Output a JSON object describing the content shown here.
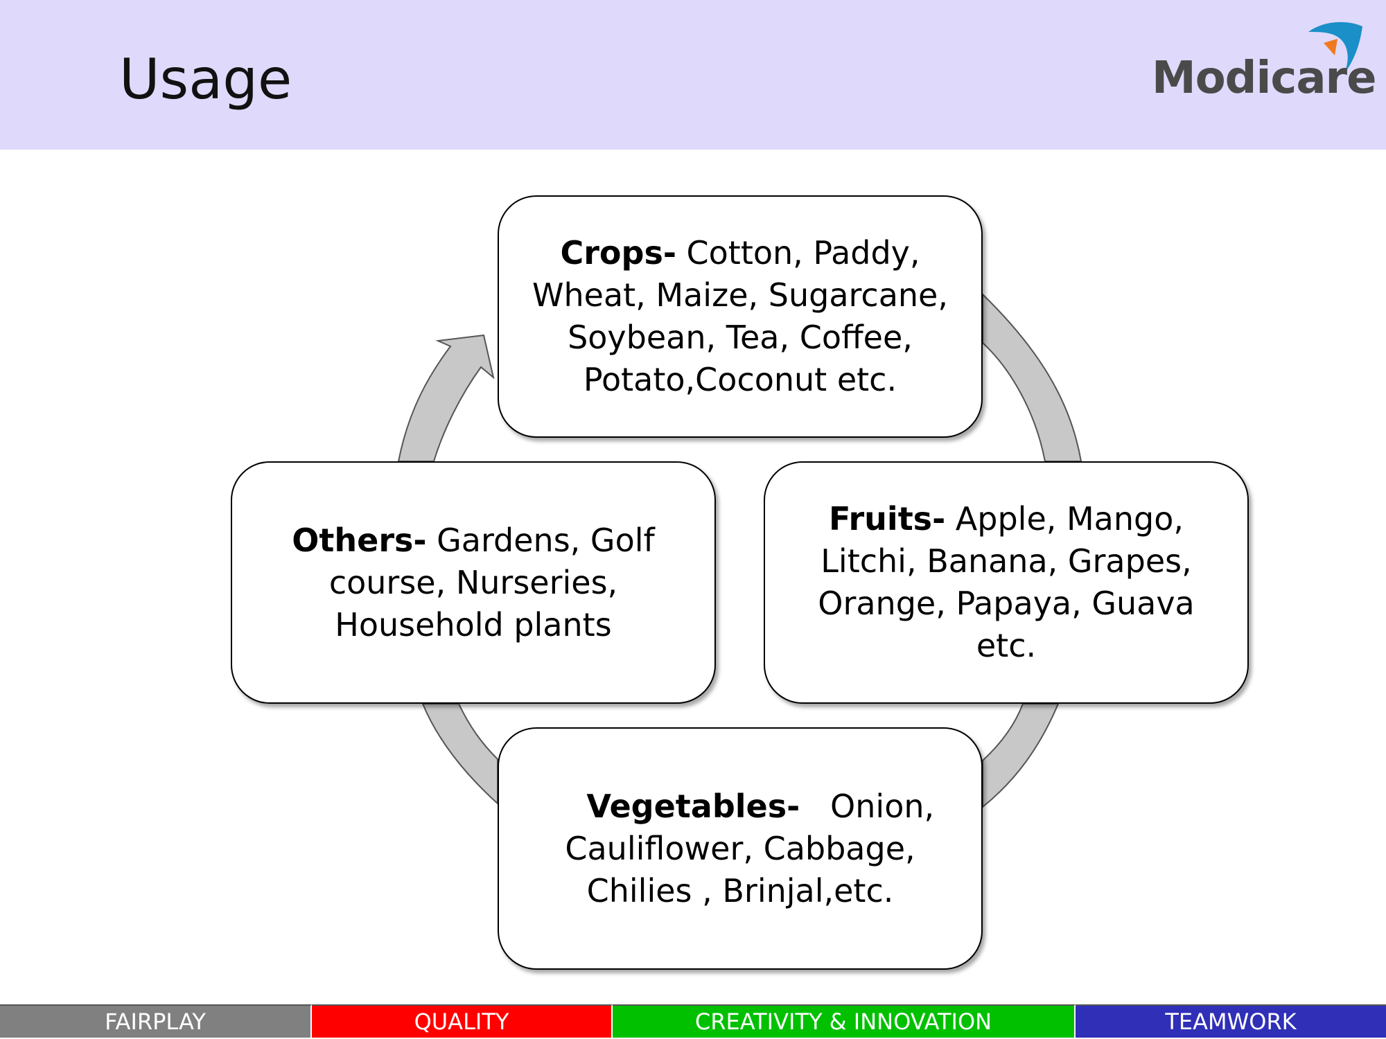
{
  "header": {
    "title": "Usage",
    "logo_text": "Modicare"
  },
  "cycle": {
    "nodes": [
      {
        "id": "crops",
        "head": "Crops-",
        "body": " Cotton, Paddy, Wheat, Maize, Sugarcane, Soybean, Tea, Coffee, Potato,Coconut etc."
      },
      {
        "id": "fruits",
        "head": "Fruits-",
        "body": " Apple, Mango, Litchi, Banana, Grapes, Orange, Papaya, Guava etc."
      },
      {
        "id": "vegetables",
        "head": "Vegetables-",
        "body": "   Onion, Cauliflower, Cabbage, Chilies , Brinjal,etc."
      },
      {
        "id": "others",
        "head": "Others-",
        "body": " Gardens, Golf course, Nurseries, Household plants"
      }
    ],
    "arrow_color": "#c8c8c8"
  },
  "footer": {
    "segments": [
      {
        "label": "FAIRPLAY",
        "color": "#808080"
      },
      {
        "label": "QUALITY",
        "color": "#ff0000"
      },
      {
        "label": "CREATIVITY & INNOVATION",
        "color": "#00c000"
      },
      {
        "label": "TEAMWORK",
        "color": "#2f2fb8"
      }
    ]
  },
  "colors": {
    "header_bg": "#dfd9fb",
    "logo_blue": "#1a8fc8",
    "logo_orange": "#f07a20"
  }
}
